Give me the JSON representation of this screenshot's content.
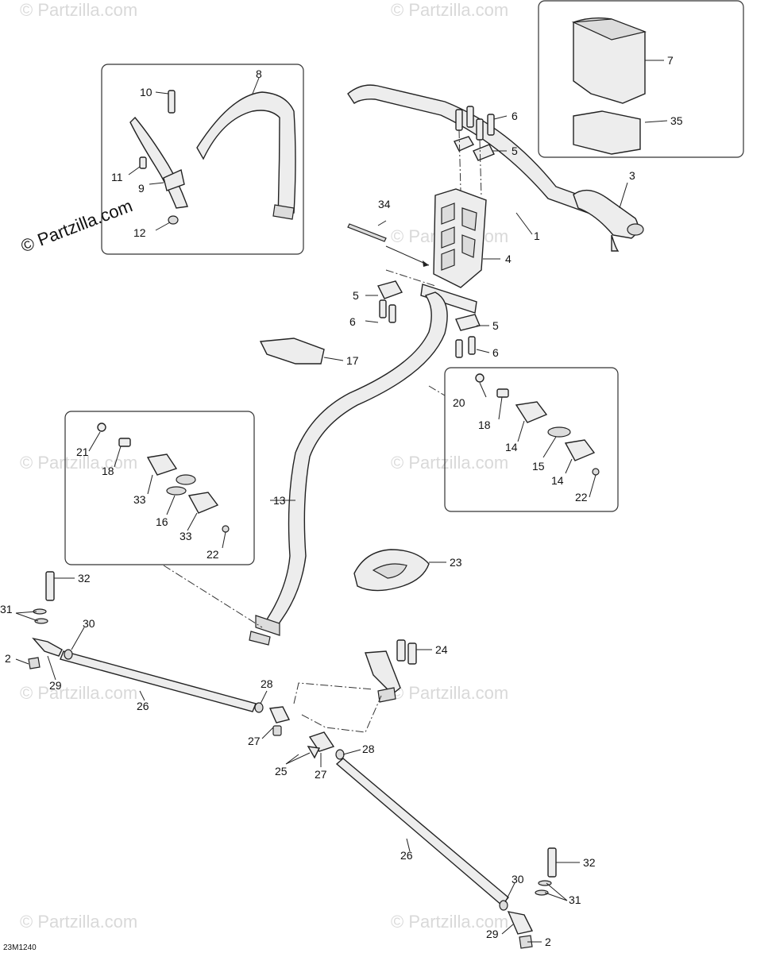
{
  "brand_text": "© Partzilla.com",
  "watermark_text": "© Partzilla.com",
  "figure_code": "23M1240",
  "callouts": {
    "c1": "1",
    "c2a": "2",
    "c2b": "2",
    "c3": "3",
    "c4": "4",
    "c5a": "5",
    "c5b": "5",
    "c5c": "5",
    "c6a": "6",
    "c6b": "6",
    "c6c": "6",
    "c7": "7",
    "c8": "8",
    "c9": "9",
    "c10": "10",
    "c11": "11",
    "c12": "12",
    "c13": "13",
    "c14a": "14",
    "c14b": "14",
    "c15": "15",
    "c16": "16",
    "c17": "17",
    "c18a": "18",
    "c18b": "18",
    "c20": "20",
    "c21": "21",
    "c22a": "22",
    "c22b": "22",
    "c23": "23",
    "c24": "24",
    "c25": "25",
    "c26a": "26",
    "c26b": "26",
    "c27a": "27",
    "c27b": "27",
    "c28a": "28",
    "c28b": "28",
    "c29a": "29",
    "c29b": "29",
    "c30a": "30",
    "c30b": "30",
    "c31a": "31",
    "c31b": "31",
    "c32a": "32",
    "c32b": "32",
    "c33a": "33",
    "c33b": "33",
    "c34": "34",
    "c35": "35"
  }
}
